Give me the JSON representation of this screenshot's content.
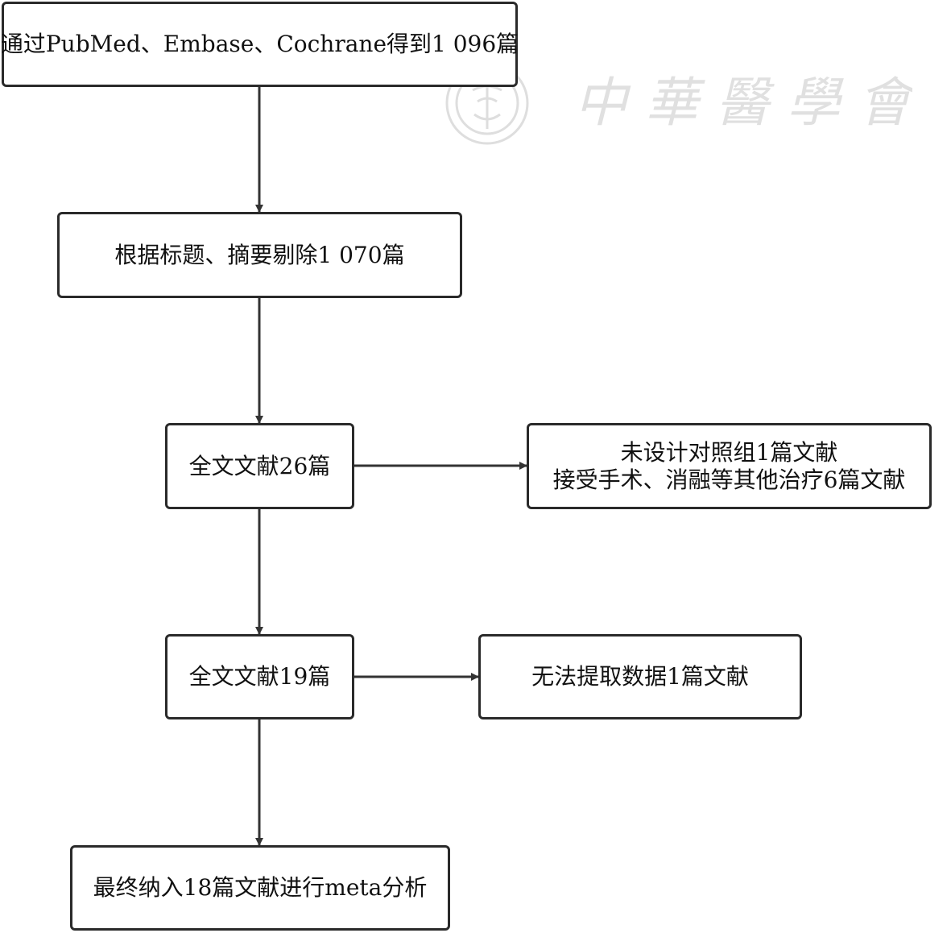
{
  "boxes": {
    "search": "通过PubMed、Embase、Cochrane得到1 096篇",
    "screen": "根据标题、摘要剔除1 070篇",
    "fulltext": "全文文献26篇",
    "exclude1_line1": "未设计对照组1篇文献",
    "exclude1_line2": "接受手术、消融等其他治疗6篇文献",
    "fulltext2": "全文文献19篇",
    "exclude2": "无法提取数据1篇文献",
    "included": "最终纳入18篇文献进行meta分析"
  },
  "watermark": {
    "text": "中華醫學會",
    "color": "#c8c8c8"
  }
}
